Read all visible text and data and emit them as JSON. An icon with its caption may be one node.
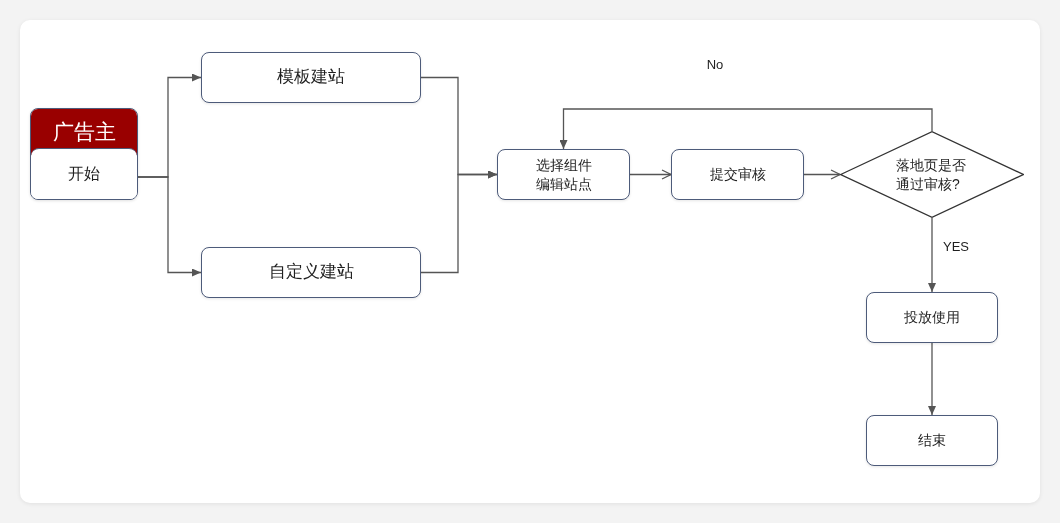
{
  "diagram": {
    "nodes": [
      {
        "text": [
          "广告主",
          "开始"
        ]
      },
      {
        "text": [
          "模板建站"
        ]
      },
      {
        "text": [
          "自定义建站"
        ]
      },
      {
        "text": [
          "选择组件编辑站点"
        ]
      },
      {
        "text": [
          "提交审核"
        ]
      },
      {
        "text": [
          "落地页是否通过审核?"
        ]
      },
      {
        "text": [
          "投放使用"
        ]
      },
      {
        "text": [
          "结束"
        ]
      }
    ],
    "edges": [
      {
        "from": 0,
        "to": 1,
        "arrow": "to"
      },
      {
        "from": 0,
        "to": 2,
        "arrow": "to"
      },
      {
        "from": 1,
        "to": 3,
        "arrow": "to"
      },
      {
        "from": 2,
        "to": 3,
        "arrow": "to"
      },
      {
        "from": 3,
        "to": 4,
        "arrow": "to"
      },
      {
        "from": 4,
        "to": 5,
        "arrow": "to"
      },
      {
        "from": 5,
        "to": 3,
        "arrow": "to",
        "label": "No"
      },
      {
        "from": 5,
        "to": 6,
        "arrow": "to",
        "label": "YES"
      },
      {
        "from": 6,
        "to": 7,
        "arrow": "to"
      }
    ]
  }
}
